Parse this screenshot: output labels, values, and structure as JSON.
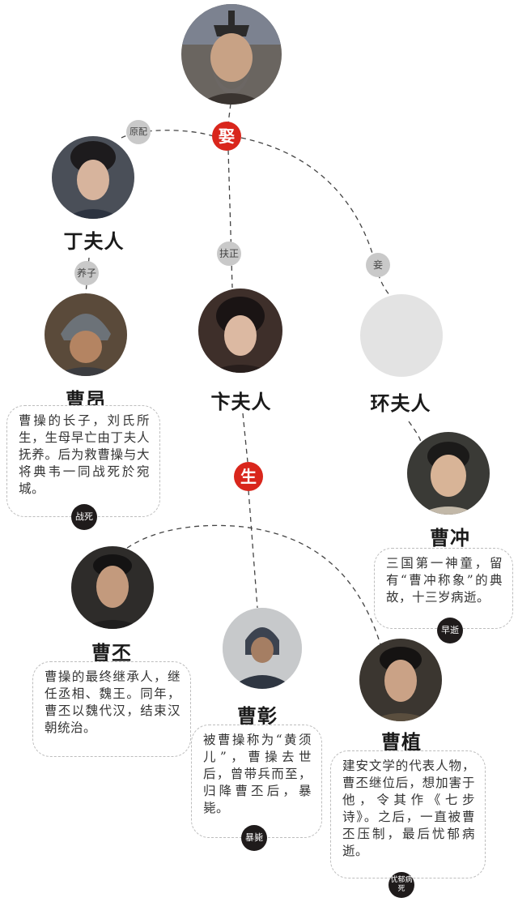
{
  "relations": {
    "marry": "娶",
    "wife": "原配",
    "promoted": "扶正",
    "concubine": "妾",
    "adopted": "养子",
    "born": "生"
  },
  "people": {
    "caocao": {
      "portrait": "cao-cao-portrait"
    },
    "ding": {
      "name": "丁夫人"
    },
    "bian": {
      "name": "卞夫人"
    },
    "huan": {
      "name": "环夫人"
    },
    "caoang": {
      "name": "曹昂",
      "bio": "曹操的长子，刘氏所生，生母早亡由丁夫人抚养。后为救曹操与大将典韦一同战死於宛城。",
      "fate": "战死"
    },
    "caochong": {
      "name": "曹冲",
      "bio": "三国第一神童，留有“曹冲称象”的典故，十三岁病逝。",
      "fate": "早逝"
    },
    "caopi": {
      "name": "曹丕",
      "bio": "曹操的最终继承人，继任丞相、魏王。同年，曹丕以魏代汉，结束汉朝统治。"
    },
    "caozhang": {
      "name": "曹彰",
      "bio": "被曹操称为“黄须儿”，曹操去世后，曾带兵而至，归降曹丕后，暴毙。",
      "fate": "暴毙"
    },
    "caozhi": {
      "name": "曹植",
      "bio": "建安文学的代表人物，曹丕继位后，想加害于他，令其作《七步诗》。之后，一直被曹丕压制，最后忧郁病逝。",
      "fate": "忧郁病死"
    }
  },
  "colors": {
    "accent_red": "#d9261c",
    "tag_gray": "#c9c9c9",
    "fate_black": "#1f1b1b",
    "line": "#444444"
  }
}
